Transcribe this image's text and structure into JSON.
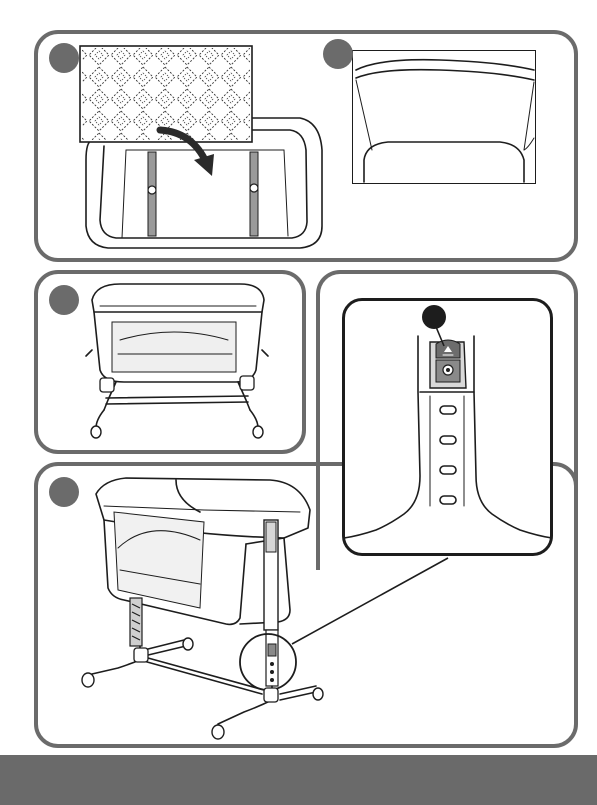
{
  "colors": {
    "frame": "#6b6b6b",
    "line": "#1d1d1d",
    "footer": "#6a6a6a",
    "mesh": "#e9e9e9",
    "fabric": "#f1f1f1",
    "leg": "#aaaaaa"
  },
  "panels": [
    {
      "id": "1",
      "icon": "step-marker-dot",
      "illustration": "mattress-insertion"
    },
    {
      "id": "2",
      "icon": "step-marker-dot",
      "illustration": "mattress-edge-detail"
    },
    {
      "id": "3",
      "icon": "step-marker-dot",
      "illustration": "crib-front-view"
    },
    {
      "id": "4",
      "icon": "step-marker-dot",
      "illustration": "crib-side-view"
    },
    {
      "id": "5",
      "icon": "step-marker-dot",
      "illustration": "height-adjust-button-detail"
    }
  ]
}
